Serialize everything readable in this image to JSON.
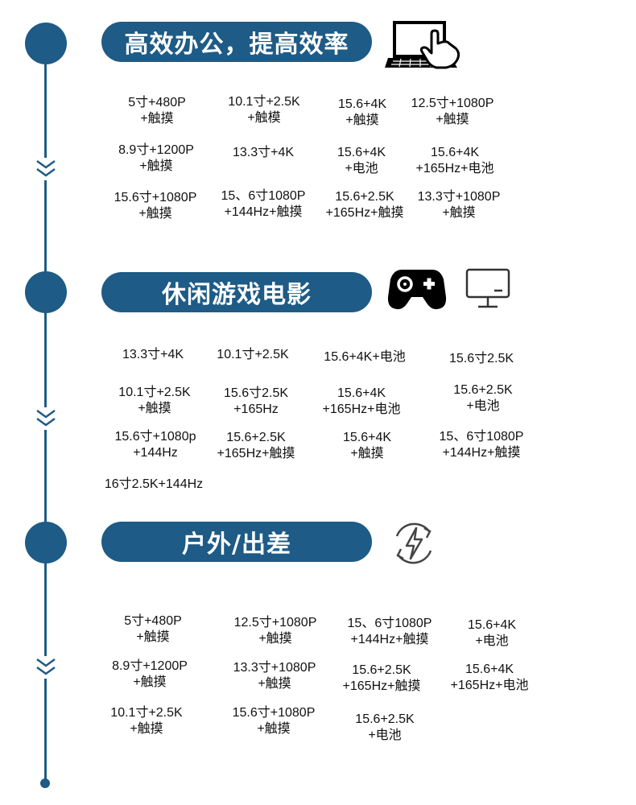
{
  "colors": {
    "accent": "#1e5b86",
    "text": "#111111",
    "background": "#ffffff"
  },
  "sections": [
    {
      "title": "高效办公，提高效率",
      "icons": [
        "laptop-touch-icon"
      ],
      "items": [
        [
          "5寸+480P",
          "+触摸"
        ],
        [
          "10.1寸+2.5K",
          "+触模"
        ],
        [
          "15.6+4K",
          "+触摸"
        ],
        [
          "12.5寸+1080P",
          "+触摸"
        ],
        [
          "8.9寸+1200P",
          "+触摸"
        ],
        [
          "13.3寸+4K"
        ],
        [
          "15.6+4K",
          "+电池"
        ],
        [
          "15.6+4K",
          "+165Hz+电池"
        ],
        [
          "15.6寸+1080P",
          "+触摸"
        ],
        [
          "15、6寸1080P",
          "+144Hz+触摸"
        ],
        [
          "15.6+2.5K",
          "+165Hz+触摸"
        ],
        [
          "13.3寸+1080P",
          "+触摸"
        ]
      ]
    },
    {
      "title": "休闲游戏电影",
      "icons": [
        "gamepad-icon",
        "monitor-icon"
      ],
      "items": [
        [
          "13.3寸+4K"
        ],
        [
          "10.1寸+2.5K"
        ],
        [
          "15.6+4K+电池"
        ],
        [
          "15.6寸2.5K"
        ],
        [
          "10.1寸+2.5K",
          "+触摸"
        ],
        [
          "15.6寸2.5K",
          "+165Hz"
        ],
        [
          "15.6+4K",
          "+165Hz+电池"
        ],
        [
          "15.6+2.5K",
          "+电池"
        ],
        [
          "15.6寸+1080p",
          "+144Hz"
        ],
        [
          "15.6+2.5K",
          "+165Hz+触摸"
        ],
        [
          "15.6+4K",
          "+触摸"
        ],
        [
          "15、6寸1080P",
          "+144Hz+触摸"
        ],
        [
          "16寸2.5K+144Hz"
        ]
      ]
    },
    {
      "title": "户外/出差",
      "icons": [
        "power-cycle-icon"
      ],
      "items": [
        [
          "5寸+480P",
          "+触摸"
        ],
        [
          "12.5寸+1080P",
          "+触摸"
        ],
        [
          "15、6寸1080P",
          "+144Hz+触摸"
        ],
        [
          "15.6+4K",
          "+电池"
        ],
        [
          "8.9寸+1200P",
          "+触摸"
        ],
        [
          "13.3寸+1080P",
          "+触摸"
        ],
        [
          "15.6+2.5K",
          "+165Hz+触摸"
        ],
        [
          "15.6+4K",
          "+165Hz+电池"
        ],
        [
          "10.1寸+2.5K",
          "+触摸"
        ],
        [
          "15.6寸+1080P",
          "+触摸"
        ],
        [
          "15.6+2.5K",
          "+电池"
        ]
      ]
    }
  ]
}
